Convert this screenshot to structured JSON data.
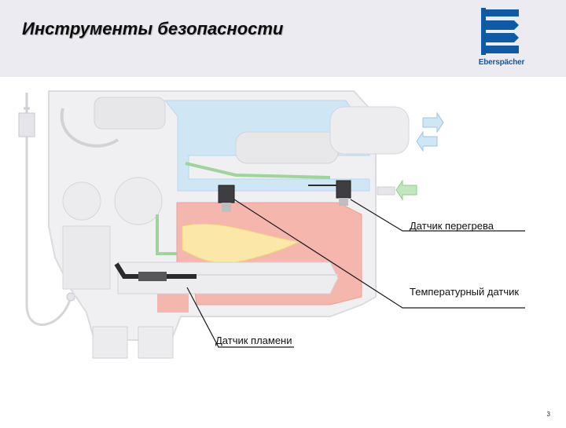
{
  "slide": {
    "title": "Инструменты безопасности",
    "page_number": "3"
  },
  "logo": {
    "text": "Eberspächer",
    "color": "#0e5aa7"
  },
  "callouts": {
    "overheat_sensor": "Датчик перегрева",
    "temperature_sensor": "Температурный датчик",
    "flame_sensor": "Датчик пламени"
  },
  "colors": {
    "header_bg": "#ebebf1",
    "heater_body": "#f0f0f2",
    "water_jacket": "#cfe6f4",
    "combustion_chamber": "#f5b7ad",
    "flame": "#fbe7a8",
    "fuel_line": "#9fd49a"
  }
}
